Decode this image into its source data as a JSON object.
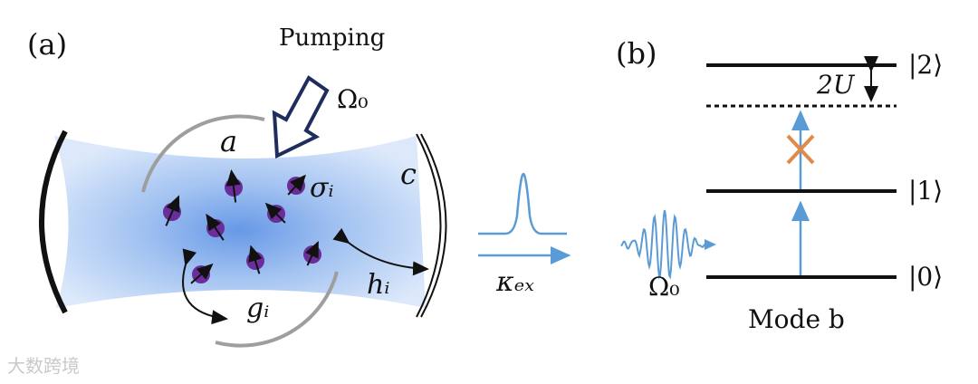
{
  "panel_a": {
    "label": "(a)",
    "pumping_label": "Pumping",
    "omega0_label": "Ω₀",
    "mode_a": "a",
    "mode_c": "c",
    "sigma_label": "σᵢ",
    "g_label": "gᵢ",
    "h_label": "hᵢ",
    "kappa_label": "κₑₓ"
  },
  "panel_b": {
    "label": "(b)",
    "level_2": "|2⟩",
    "level_1": "|1⟩",
    "level_0": "|0⟩",
    "shift_label": "2U",
    "drive_label": "Ω₀",
    "mode_label": "Mode b"
  },
  "watermark": "大数跨境",
  "colors": {
    "cavity": "#b9d3f5",
    "atom": "#6a2d9a",
    "arrow_blue": "#5b9bd5",
    "cross": "#e08a4a",
    "pump_arrow": "#1f2d5c"
  }
}
